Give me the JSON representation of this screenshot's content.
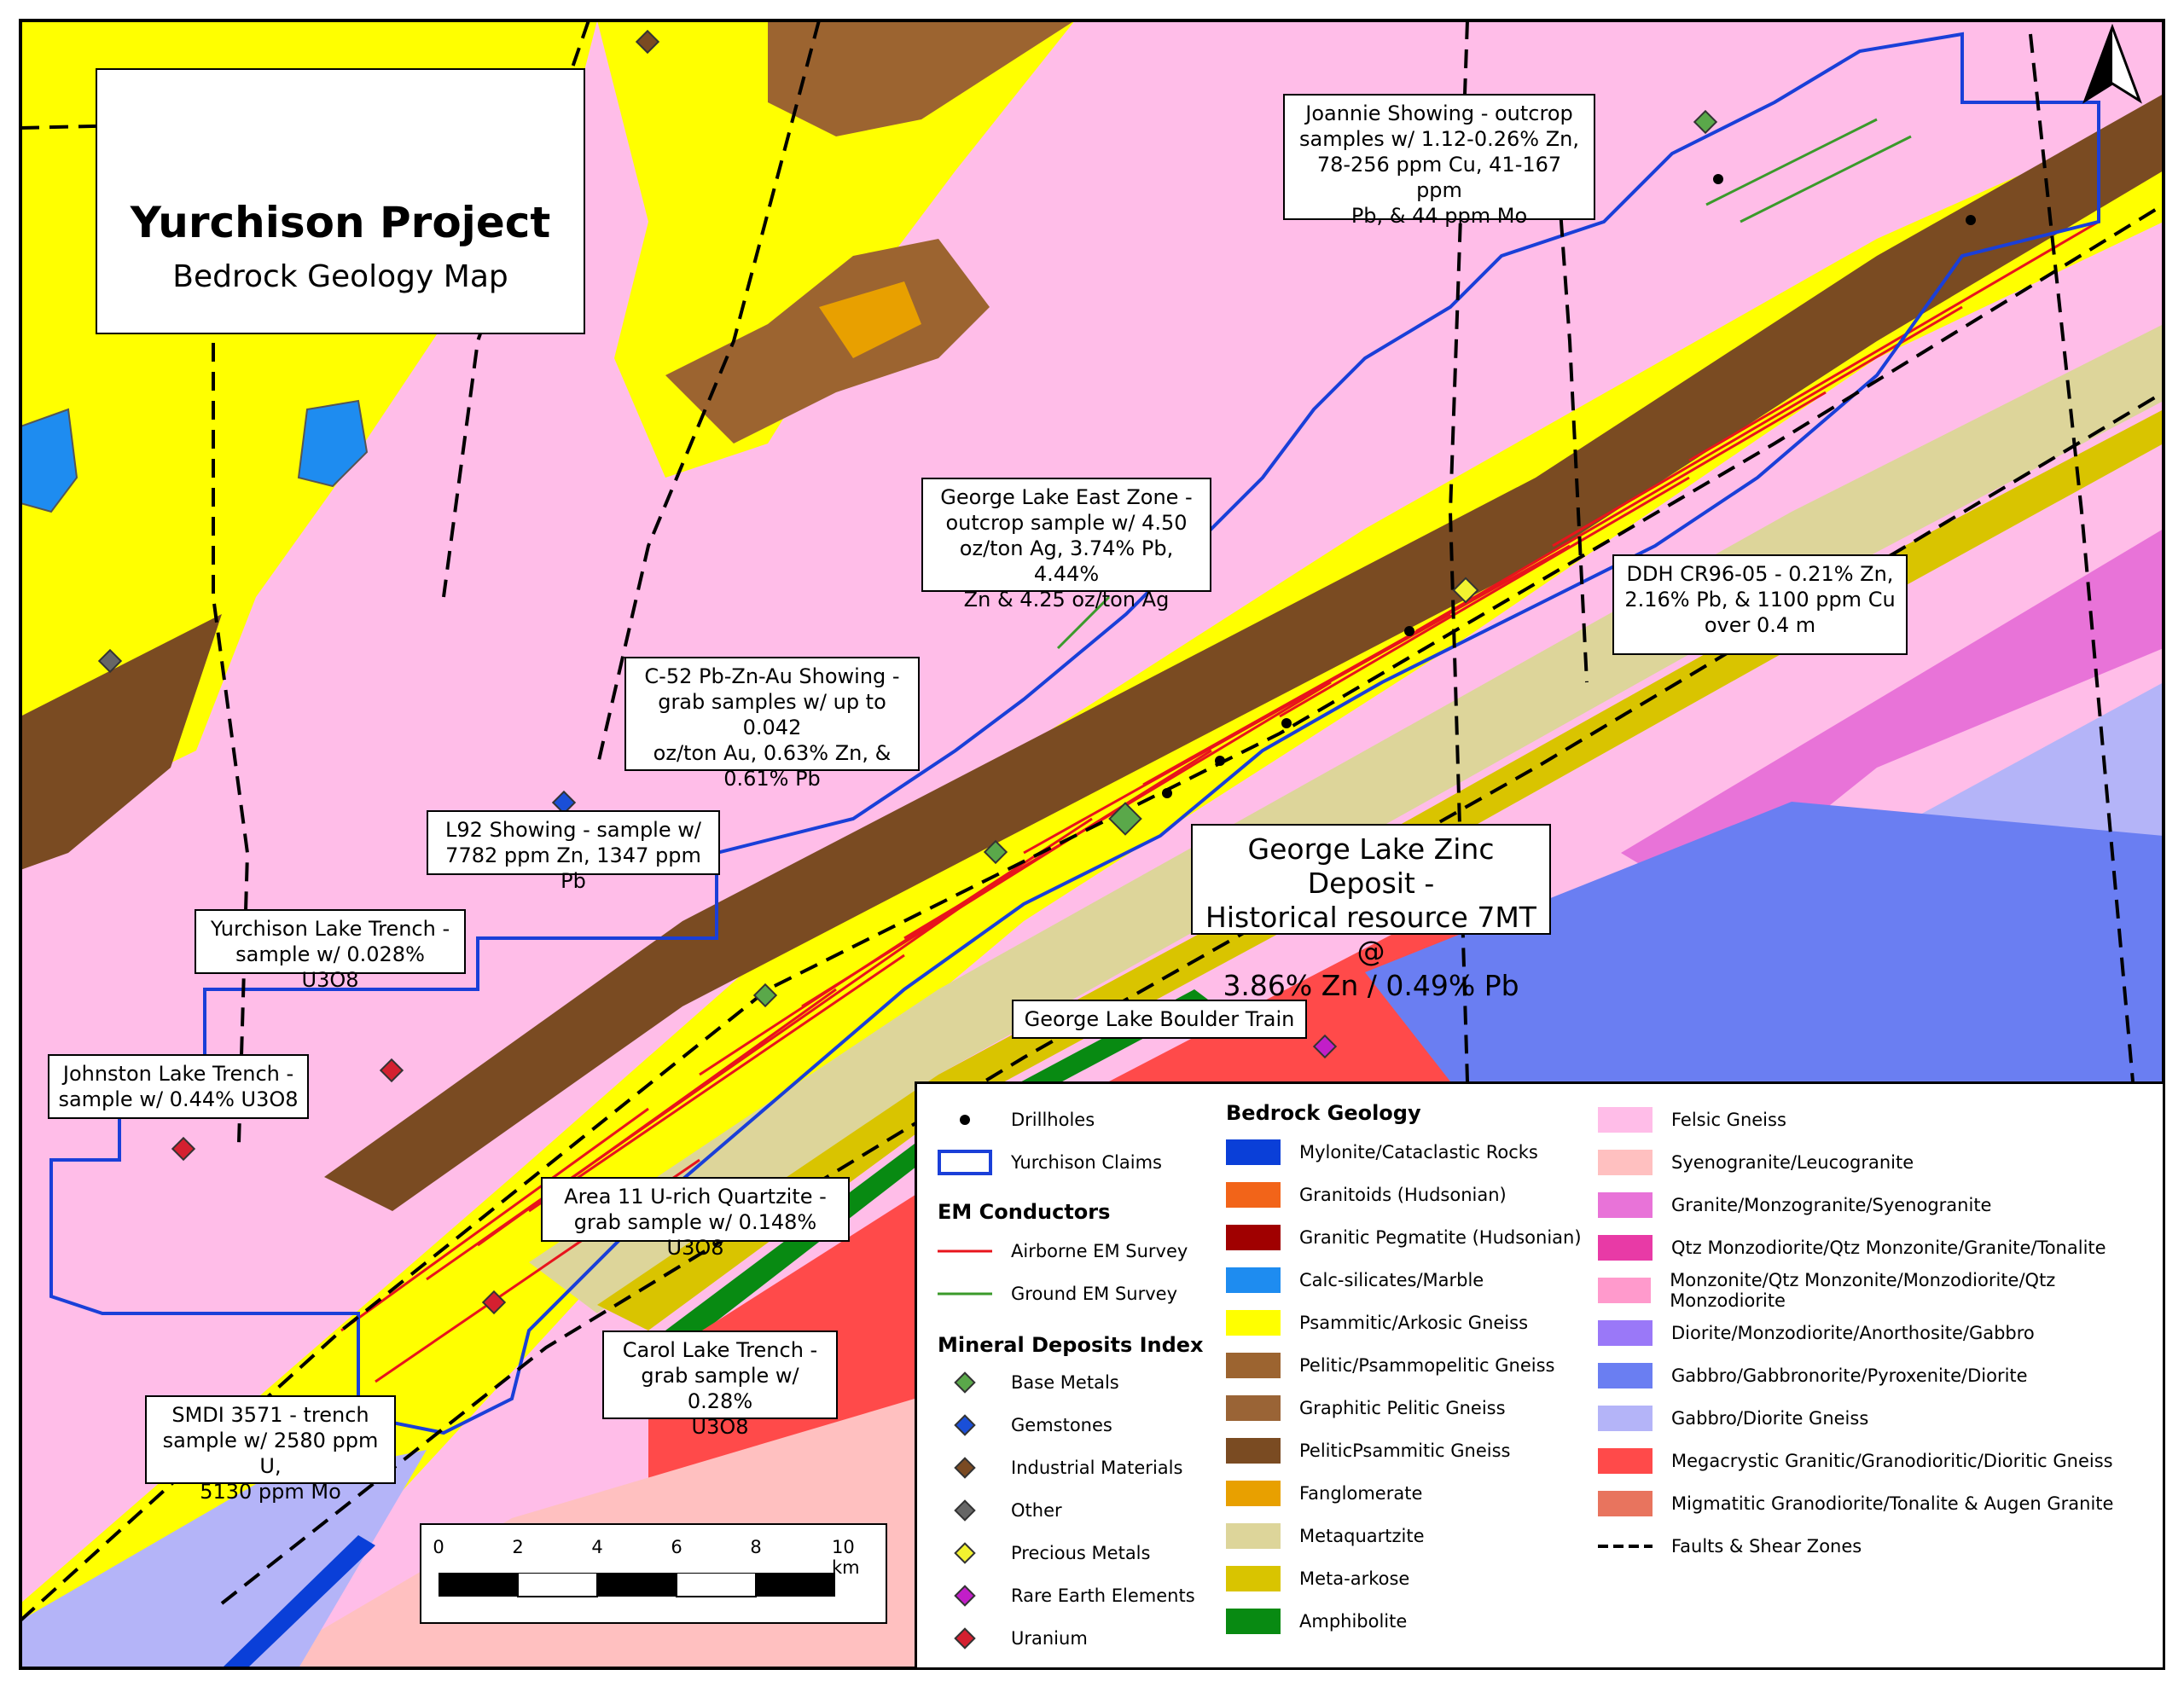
{
  "title": {
    "main": "Yurchison Project",
    "subtitle": "Bedrock Geology Map"
  },
  "callouts": [
    {
      "id": "joannie",
      "lines": [
        "Joannie Showing - outcrop",
        "samples w/ 1.12-0.26% Zn,",
        "78-256 ppm Cu, 41-167 ppm",
        "Pb, & 44 ppm Mo"
      ]
    },
    {
      "id": "george-east",
      "lines": [
        "George Lake East Zone -",
        "outcrop sample w/ 4.50",
        "oz/ton Ag, 3.74% Pb, 4.44%",
        "Zn & 4.25 oz/ton Ag"
      ]
    },
    {
      "id": "ddh",
      "lines": [
        "DDH CR96-05 - 0.21% Zn,",
        "2.16% Pb, & 1100 ppm Cu",
        "over 0.4 m"
      ]
    },
    {
      "id": "c52",
      "lines": [
        "C-52 Pb-Zn-Au Showing -",
        "grab samples w/ up to 0.042",
        "oz/ton Au, 0.63% Zn, &",
        "0.61% Pb"
      ]
    },
    {
      "id": "l92",
      "lines": [
        "L92 Showing - sample w/",
        "7782 ppm Zn, 1347 ppm Pb"
      ]
    },
    {
      "id": "yurchison-lake",
      "lines": [
        "Yurchison Lake Trench -",
        "sample w/ 0.028% U3O8"
      ]
    },
    {
      "id": "johnston",
      "lines": [
        "Johnston Lake Trench -",
        "sample w/ 0.44% U3O8"
      ]
    },
    {
      "id": "boulder",
      "lines": [
        "George Lake Boulder Train"
      ]
    },
    {
      "id": "area11",
      "lines": [
        "Area 11 U-rich Quartzite -",
        "grab sample w/ 0.148% U3O8"
      ]
    },
    {
      "id": "carol",
      "lines": [
        "Carol Lake Trench -",
        "grab sample w/ 0.28%",
        "U3O8"
      ]
    },
    {
      "id": "smdi",
      "lines": [
        "SMDI 3571 - trench",
        "sample w/ 2580 ppm U,",
        "5130 ppm Mo"
      ]
    }
  ],
  "deposit": {
    "lines": [
      "George Lake Zinc Deposit -",
      "Historical resource 7MT @",
      "3.86% Zn / 0.49% Pb"
    ]
  },
  "legend": {
    "drillholes": "Drillholes",
    "claims": "Yurchison Claims",
    "em_heading": "EM Conductors",
    "em_items": [
      {
        "label": "Airborne EM Survey",
        "color": "#e8141c"
      },
      {
        "label": "Ground EM Survey",
        "color": "#3a9a2a"
      }
    ],
    "mdi_heading": "Mineral Deposits Index",
    "mdi_items": [
      {
        "label": "Base Metals",
        "color": "#5aa84a"
      },
      {
        "label": "Gemstones",
        "color": "#1a4fd8"
      },
      {
        "label": "Industrial Materials",
        "color": "#7a4a22"
      },
      {
        "label": "Other",
        "color": "#666666"
      },
      {
        "label": "Precious Metals",
        "color": "#f2f230"
      },
      {
        "label": "Rare Earth Elements",
        "color": "#c21ec8"
      },
      {
        "label": "Uranium",
        "color": "#d42030"
      }
    ],
    "geology_heading": "Bedrock Geology",
    "geology_items": [
      {
        "label": "Mylonite/Cataclastic Rocks",
        "color": "#0a3fd8"
      },
      {
        "label": "Granitoids (Hudsonian)",
        "color": "#f26419"
      },
      {
        "label": "Granitic Pegmatite (Hudsonian)",
        "color": "#a00000"
      },
      {
        "label": "Calc-silicates/Marble",
        "color": "#1e8cf0"
      },
      {
        "label": "Psammitic/Arkosic Gneiss",
        "color": "#ffff00"
      },
      {
        "label": "Pelitic/Psammopelitic Gneiss",
        "color": "#9c6430"
      },
      {
        "label": "Graphitic Pelitic Gneiss",
        "color": "#9a6436"
      },
      {
        "label": "PeliticPsammitic Gneiss",
        "color": "#7a4b22"
      },
      {
        "label": "Fanglomerate",
        "color": "#e8a000"
      },
      {
        "label": "Metaquartzite",
        "color": "#ddd59a"
      },
      {
        "label": "Meta-arkose",
        "color": "#d9c400"
      },
      {
        "label": "Amphibolite",
        "color": "#088a12"
      }
    ],
    "geology_items_2": [
      {
        "label": "Felsic Gneiss",
        "color": "#ffbde8"
      },
      {
        "label": "Syenogranite/Leucogranite",
        "color": "#ffc0c0"
      },
      {
        "label": "Granite/Monzogranite/Syenogranite",
        "color": "#e873d8"
      },
      {
        "label": "Qtz Monzodiorite/Qtz Monzonite/Granite/Tonalite",
        "color": "#e83aa6"
      },
      {
        "label": "Monzonite/Qtz Monzonite/Monzodiorite/Qtz Monzodiorite",
        "color": "#ff9acc"
      },
      {
        "label": "Diorite/Monzodiorite/Anorthosite/Gabbro",
        "color": "#9a78f8"
      },
      {
        "label": "Gabbro/Gabbronorite/Pyroxenite/Diorite",
        "color": "#6a7ef2"
      },
      {
        "label": "Gabbro/Diorite Gneiss",
        "color": "#b4b4f8"
      },
      {
        "label": "Megacrystic Granitic/Granodioritic/Dioritic Gneiss",
        "color": "#ff4a4a"
      },
      {
        "label": "Migmatitic Granodiorite/Tonalite & Augen Granite",
        "color": "#e8745e"
      }
    ],
    "faults": "Faults & Shear Zones"
  },
  "scale": {
    "ticks": [
      "0",
      "2",
      "4",
      "6",
      "8",
      "10 km"
    ]
  }
}
